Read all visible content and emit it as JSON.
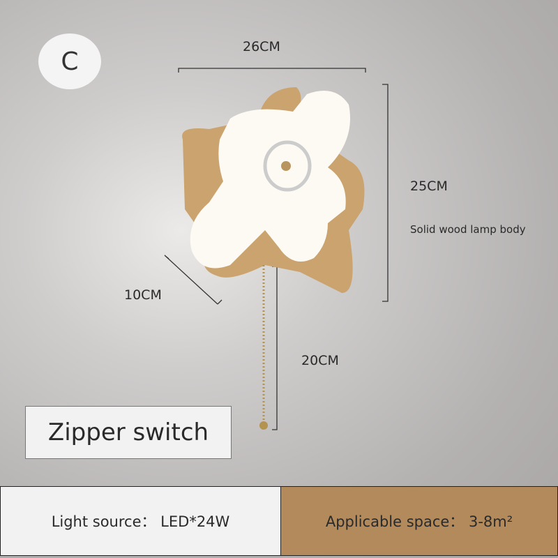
{
  "variant_badge": "C",
  "dimensions": {
    "width": "26CM",
    "height": "25CM",
    "depth": "10CM",
    "chain": "20CM"
  },
  "material_note": "Solid wood lamp body",
  "switch_label": "Zipper switch",
  "specs": {
    "light_source": "Light source：  LED*24W",
    "applicable_space": "Applicable space：  3-8m²"
  },
  "colors": {
    "wood": "#c9a16c",
    "spec_right_bg": "#b38a5b",
    "spec_left_bg": "#f2f2f3"
  }
}
